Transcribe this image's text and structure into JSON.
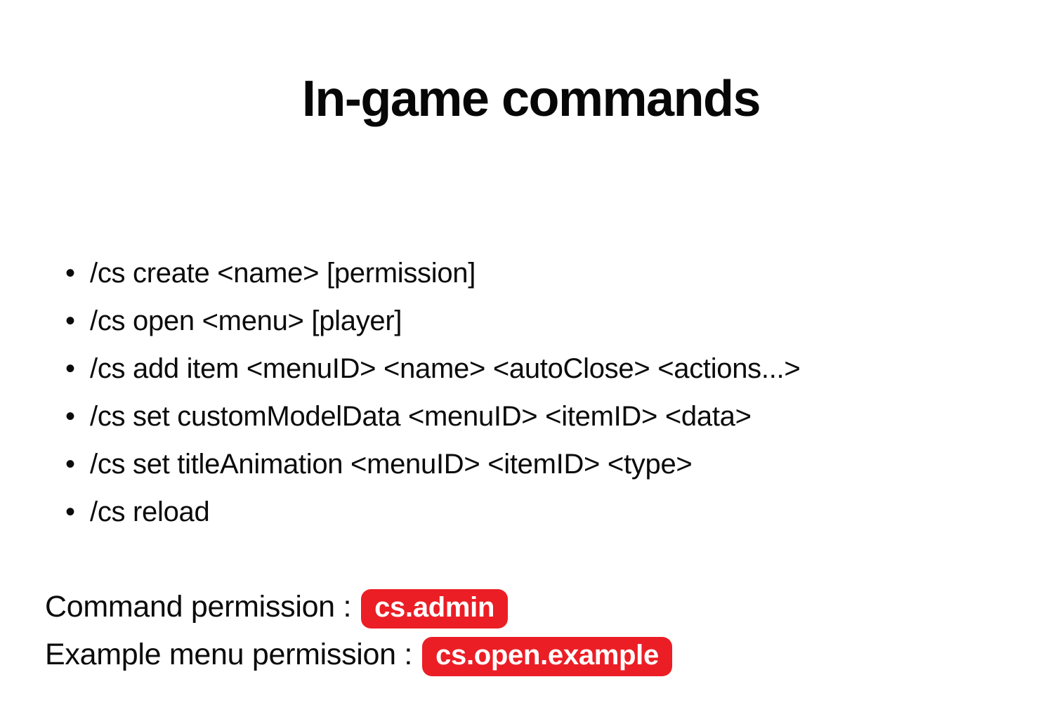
{
  "title": "In-game commands",
  "commands": [
    "/cs create <name> [permission]",
    "/cs open <menu> [player]",
    "/cs add item <menuID> <name> <autoClose> <actions...>",
    "/cs set customModelData <menuID> <itemID> <data>",
    "/cs set titleAnimation <menuID> <itemID> <type>",
    "/cs reload"
  ],
  "permissions": [
    {
      "label": "Command permission :",
      "badge": "cs.admin"
    },
    {
      "label": "Example menu permission :",
      "badge": "cs.open.example"
    }
  ],
  "colors": {
    "badge_background": "#EB1E25",
    "badge_text": "#FFFFFF",
    "body_text": "#0B0B0B",
    "page_background": "#FFFFFF"
  }
}
